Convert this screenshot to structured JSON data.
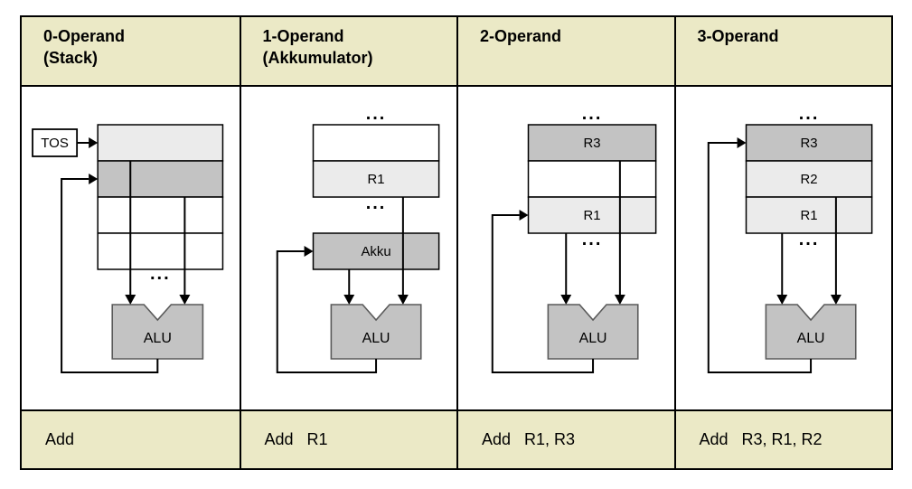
{
  "figure": {
    "type": "instruction-set-architecture-comparison-table",
    "colors": {
      "band_bg": "#ebe9c6",
      "light_cell": "#ebebeb",
      "mid_cell": "#c3c3c3",
      "white_cell": "#ffffff",
      "line": "#000000",
      "alu_stroke": "#5a5a5a"
    },
    "columns": [
      {
        "header_title": "0-Operand",
        "header_subtitle": "(Stack)",
        "instruction": "Add",
        "tos_label": "TOS",
        "alu_label": "ALU",
        "ellipsis_bottom": "..."
      },
      {
        "header_title": "1-Operand",
        "header_subtitle": "(Akkumulator)",
        "instruction": "Add   R1",
        "ellipsis_top": "...",
        "reg_label": "R1",
        "ellipsis_mid": "...",
        "akku_label": "Akku",
        "alu_label": "ALU"
      },
      {
        "header_title": "2-Operand",
        "header_subtitle": "",
        "instruction": "Add   R1, R3",
        "ellipsis_top": "...",
        "reg_top": "R3",
        "reg_bottom": "R1",
        "ellipsis_bottom": "...",
        "alu_label": "ALU"
      },
      {
        "header_title": "3-Operand",
        "header_subtitle": "",
        "instruction": "Add   R3, R1, R2",
        "ellipsis_top": "...",
        "reg_top": "R3",
        "reg_mid": "R2",
        "reg_bottom": "R1",
        "ellipsis_bottom": "...",
        "alu_label": "ALU"
      }
    ]
  }
}
